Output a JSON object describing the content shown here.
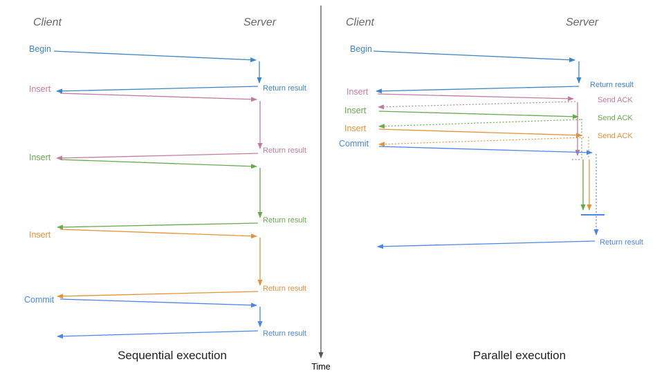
{
  "colors": {
    "blue_muted": "#3d85c6",
    "blue": "#4a86e8",
    "pink": "#c27ba0",
    "green": "#6aa84f",
    "orange": "#e69138",
    "axis": "#555555",
    "header": "#66696d",
    "title": "#1f1f1f"
  },
  "time_label": "Time",
  "seq": {
    "client": "Client",
    "server": "Server",
    "title": "Sequential execution",
    "ops": [
      {
        "label": "Begin",
        "return_label": "Return result"
      },
      {
        "label": "Insert",
        "return_label": "Return result"
      },
      {
        "label": "Insert",
        "return_label": "Return result"
      },
      {
        "label": "Insert",
        "return_label": "Return result"
      },
      {
        "label": "Commit",
        "return_label": "Return result"
      }
    ]
  },
  "par": {
    "client": "Client",
    "server": "Server",
    "title": "Parallel execution",
    "ops": [
      {
        "label": "Begin",
        "response": "Return result"
      },
      {
        "label": "Insert",
        "response": "Send ACK"
      },
      {
        "label": "Insert",
        "response": "Send ACK"
      },
      {
        "label": "Insert",
        "response": "Send ACK"
      },
      {
        "label": "Commit",
        "response": ""
      }
    ],
    "final_return": "Return result"
  }
}
